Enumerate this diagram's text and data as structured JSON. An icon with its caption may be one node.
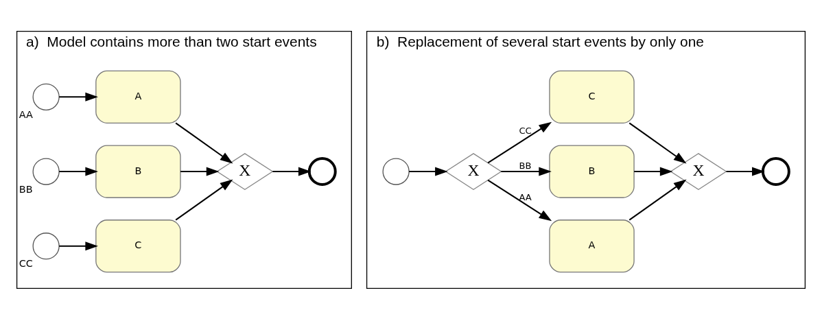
{
  "diagram": {
    "nodes": [
      {
        "text": [
          "a)  Model contains more than two start events"
        ]
      },
      {
        "text": [],
        "shape": "circle",
        "in": 0,
        "beside": [
          "AA"
        ]
      },
      {
        "text": [],
        "shape": "circle",
        "in": 0,
        "beside": [
          "BB"
        ]
      },
      {
        "text": [],
        "shape": "circle",
        "in": 0,
        "beside": [
          "CC"
        ]
      },
      {
        "text": [
          "A"
        ],
        "in": 0
      },
      {
        "text": [
          "B"
        ],
        "in": 0
      },
      {
        "text": [
          "C"
        ],
        "in": 0
      },
      {
        "text": [
          "X"
        ],
        "in": 0
      },
      {
        "text": [],
        "shape": "circle",
        "in": 0
      },
      {
        "text": [
          "b)  Replacement of several start events by only one"
        ]
      },
      {
        "text": [],
        "shape": "circle",
        "in": 9
      },
      {
        "text": [
          "X"
        ],
        "in": 9
      },
      {
        "text": [
          "A"
        ],
        "in": 9
      },
      {
        "text": [
          "B"
        ],
        "in": 9
      },
      {
        "text": [
          "C"
        ],
        "in": 9
      },
      {
        "text": [
          "X"
        ],
        "in": 9
      },
      {
        "text": [],
        "shape": "circle",
        "in": 9
      }
    ],
    "edges": [
      {
        "from": 1,
        "to": 4,
        "arrow": "to"
      },
      {
        "from": 2,
        "to": 5,
        "arrow": "to"
      },
      {
        "from": 3,
        "to": 6,
        "arrow": "to"
      },
      {
        "from": 4,
        "to": 7,
        "arrow": "to"
      },
      {
        "from": 5,
        "to": 7,
        "arrow": "to"
      },
      {
        "from": 6,
        "to": 7,
        "arrow": "to"
      },
      {
        "from": 7,
        "to": 8,
        "arrow": "to"
      },
      {
        "from": 10,
        "to": 11,
        "arrow": "to"
      },
      {
        "from": 11,
        "to": 12,
        "arrow": "to",
        "label": "AA"
      },
      {
        "from": 11,
        "to": 13,
        "arrow": "to",
        "label": "BB"
      },
      {
        "from": 11,
        "to": 14,
        "arrow": "to",
        "label": "CC"
      },
      {
        "from": 12,
        "to": 15,
        "arrow": "to"
      },
      {
        "from": 13,
        "to": 15,
        "arrow": "to"
      },
      {
        "from": 14,
        "to": 15,
        "arrow": "to"
      },
      {
        "from": 15,
        "to": 16,
        "arrow": "to"
      }
    ]
  }
}
